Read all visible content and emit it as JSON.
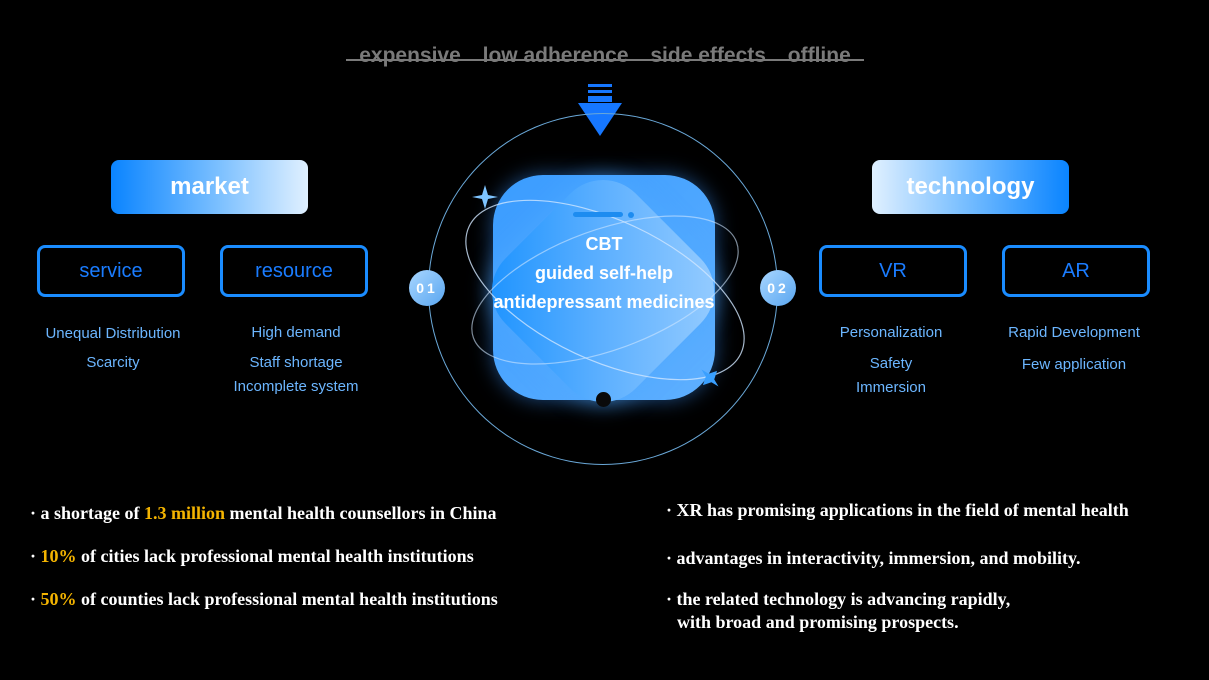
{
  "problems": [
    "expensive",
    "low adherence",
    "side effects",
    "offline"
  ],
  "market": {
    "title": "market",
    "categories": [
      {
        "label": "service",
        "items": [
          "Unequal Distribution",
          "Scarcity"
        ]
      },
      {
        "label": "resource",
        "items": [
          "High demand",
          "Staff shortage",
          "Incomplete system"
        ]
      }
    ]
  },
  "technology": {
    "title": "technology",
    "categories": [
      {
        "label": "VR",
        "items": [
          "Personalization",
          "Safety",
          "Immersion"
        ]
      },
      {
        "label": "AR",
        "items": [
          "Rapid Development",
          "Few application"
        ]
      }
    ]
  },
  "center": {
    "lines": [
      "CBT",
      "guided self-help",
      "antidepressant medicines"
    ],
    "badge_left": "01",
    "badge_right": "02"
  },
  "left_bullets": [
    {
      "pre": "· a shortage of ",
      "hl": "1.3 million",
      "post": " mental health counsellors in China"
    },
    {
      "pre": "· ",
      "hl": "10%",
      "post": " of  cities lack professional mental health institutions"
    },
    {
      "pre": "· ",
      "hl": "50%",
      "post": " of  counties lack professional mental health institutions"
    }
  ],
  "right_bullets": [
    "· XR has promising applications in the field of mental health",
    "· advantages in interactivity, immersion, and mobility.",
    "· the related technology is advancing rapidly,",
    "with broad and promising prospects."
  ],
  "colors": {
    "accent": "#1a8cff",
    "highlight": "#f4b400",
    "muted": "#7a7a7a"
  }
}
